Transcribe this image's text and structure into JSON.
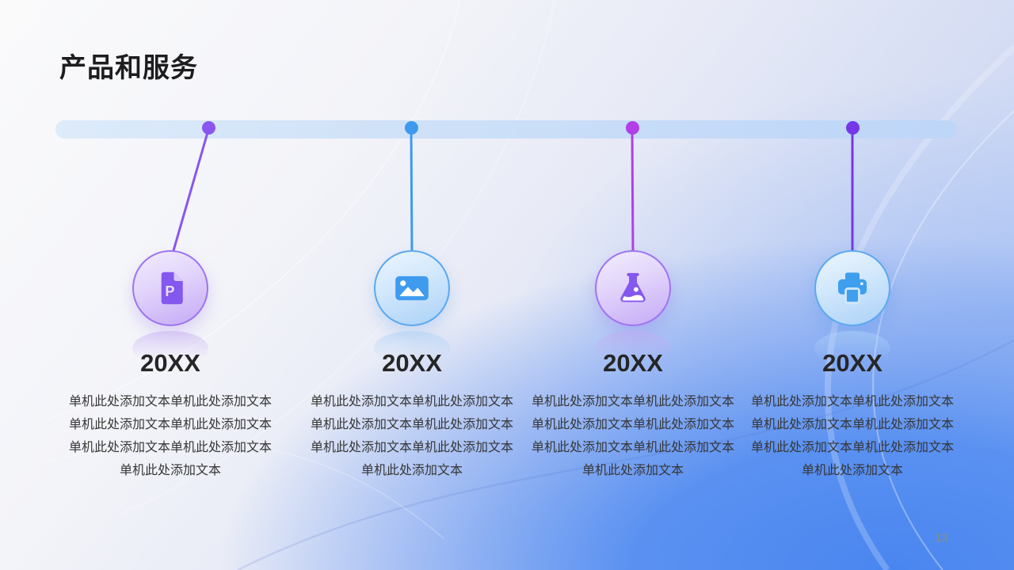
{
  "slide": {
    "title": "产品和服务",
    "page_number": "13"
  },
  "timeline": {
    "doc_letter": "P",
    "columns": [
      {
        "year": "20XX",
        "icon": "document-p-icon",
        "dot_color": "#8a56ee",
        "body": [
          "单机此处添加文本单机此处添加文本",
          "单机此处添加文本单机此处添加文本",
          "单机此处添加文本单机此处添加文本",
          "单机此处添加文本"
        ]
      },
      {
        "year": "20XX",
        "icon": "image-icon",
        "dot_color": "#3e9aee",
        "body": [
          "单机此处添加文本单机此处添加文本",
          "单机此处添加文本单机此处添加文本",
          "单机此处添加文本单机此处添加文本",
          "单机此处添加文本"
        ]
      },
      {
        "year": "20XX",
        "icon": "flask-icon",
        "dot_color": "#b23fe8",
        "body": [
          "单机此处添加文本单机此处添加文本",
          "单机此处添加文本单机此处添加文本",
          "单机此处添加文本单机此处添加文本",
          "单机此处添加文本"
        ]
      },
      {
        "year": "20XX",
        "icon": "printer-icon",
        "dot_color": "#7438e9",
        "body": [
          "单机此处添加文本单机此处添加文本",
          "单机此处添加文本单机此处添加文本",
          "单机此处添加文本单机此处添加文本",
          "单机此处添加文本"
        ]
      }
    ]
  },
  "colors": {
    "purple_accent": "#8457ee",
    "blue_accent": "#3f9bee",
    "magenta_accent": "#b23fe8",
    "violet_accent": "#7438e9",
    "bar_fill": "#cfe1f8",
    "background_blue": "#4a86f0"
  }
}
